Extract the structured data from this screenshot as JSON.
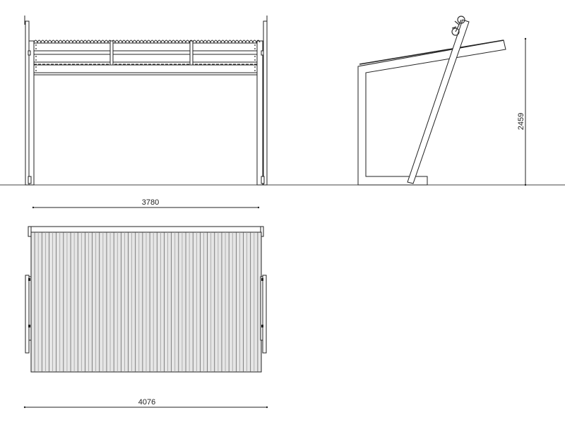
{
  "drawing": {
    "views": [
      "front-elevation",
      "side-elevation",
      "plan"
    ],
    "dimensions": {
      "front_inner_width": "3780",
      "overall_width": "4076",
      "height": "2459"
    },
    "colors": {
      "line": "#222222",
      "roof_fill": "#e6e6e6"
    },
    "roof_ribs": 64
  }
}
